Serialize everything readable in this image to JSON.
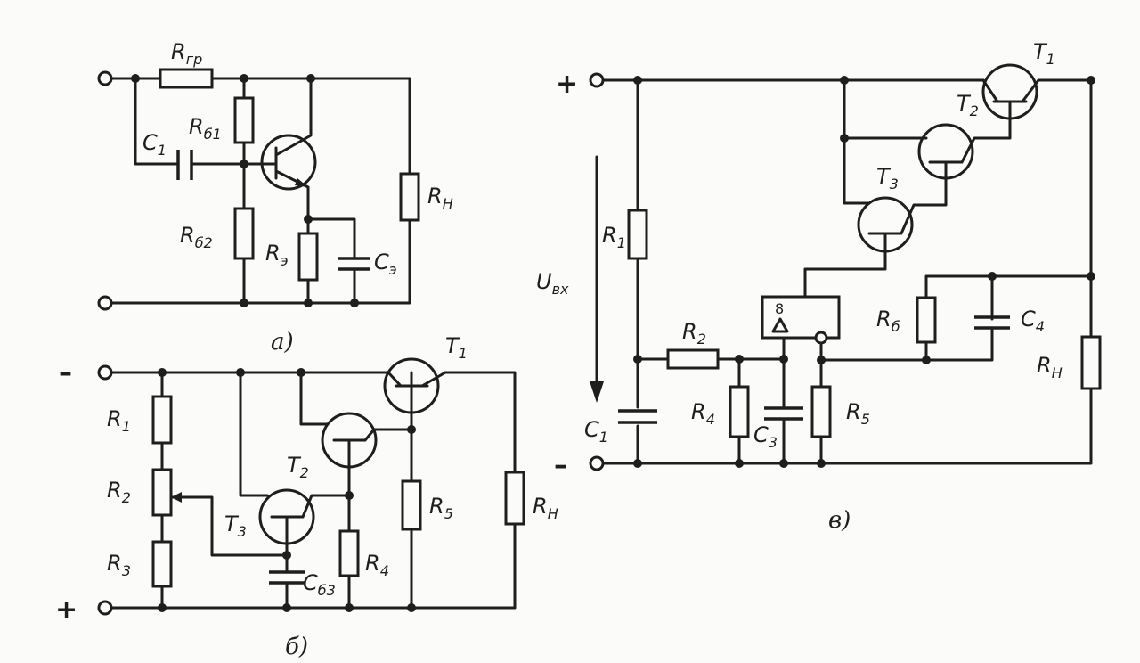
{
  "diagram_a": {
    "caption": "а)",
    "labels": {
      "r_gr": "R",
      "r_gr_sub": "гр",
      "r_b1": "R",
      "r_b1_sub": "б1",
      "c1": "C",
      "c1_sub": "1",
      "r_b2": "R",
      "r_b2_sub": "б2",
      "r_e": "R",
      "r_e_sub": "э",
      "c_e": "C",
      "c_e_sub": "э",
      "r_n": "R",
      "r_n_sub": "Н"
    }
  },
  "diagram_b": {
    "caption": "б)",
    "minus": "–",
    "plus": "+",
    "labels": {
      "r1": "R",
      "r1_sub": "1",
      "r2": "R",
      "r2_sub": "2",
      "r3": "R",
      "r3_sub": "3",
      "t1": "T",
      "t1_sub": "1",
      "t2": "T",
      "t2_sub": "2",
      "t3": "T",
      "t3_sub": "3",
      "r4": "R",
      "r4_sub": "4",
      "r5": "R",
      "r5_sub": "5",
      "r_n": "R",
      "r_n_sub": "Н",
      "c_b3": "C",
      "c_b3_sub": "б3"
    }
  },
  "diagram_v": {
    "caption": "в)",
    "plus": "+",
    "minus": "–",
    "u_in": "U",
    "u_in_sub": "вх",
    "amp_num": "8",
    "labels": {
      "t1": "T",
      "t1_sub": "1",
      "t2": "T",
      "t2_sub": "2",
      "t3": "T",
      "t3_sub": "3",
      "r1": "R",
      "r1_sub": "1",
      "r2": "R",
      "r2_sub": "2",
      "r4": "R",
      "r4_sub": "4",
      "r5": "R",
      "r5_sub": "5",
      "r6": "R",
      "r6_sub": "б",
      "r_n": "R",
      "r_n_sub": "Н",
      "c1": "C",
      "c1_sub": "1",
      "c3": "C",
      "c3_sub": "3",
      "c4": "C",
      "c4_sub": "4"
    }
  }
}
